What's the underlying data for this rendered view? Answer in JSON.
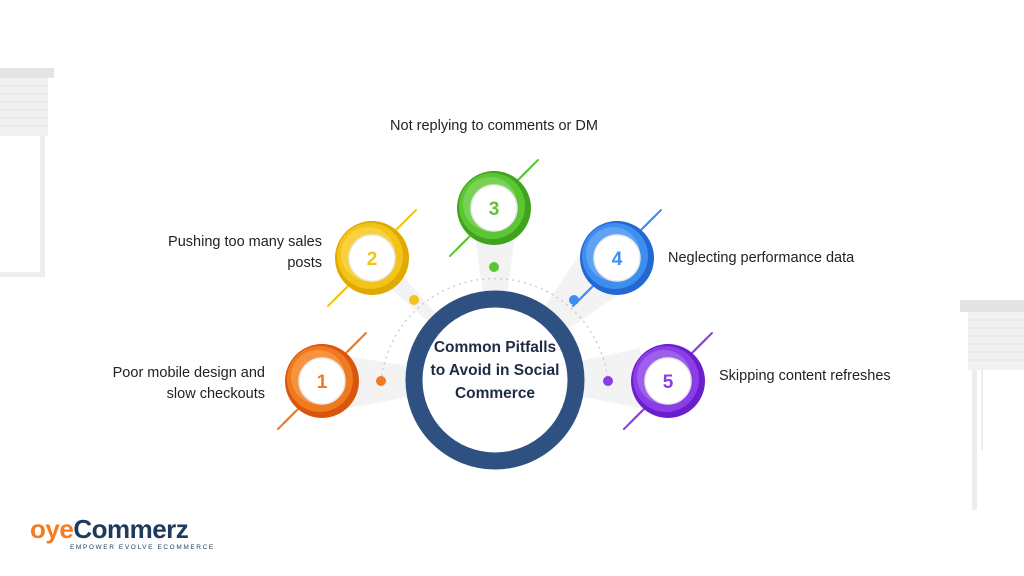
{
  "center": {
    "title": "Common Pitfalls to Avoid in Social Commerce"
  },
  "items": [
    {
      "number": "1",
      "text": "Poor mobile design and slow checkouts",
      "color": "#f07a1f",
      "dark": "#d9560f",
      "light": "#ffb066"
    },
    {
      "number": "2",
      "text": "Pushing too many sales posts",
      "color": "#f2c419",
      "dark": "#e0a800",
      "light": "#ffe36b"
    },
    {
      "number": "3",
      "text": "Not replying to comments or DM",
      "color": "#5cc534",
      "dark": "#3fa31d",
      "light": "#9be27a"
    },
    {
      "number": "4",
      "text": "Neglecting performance data",
      "color": "#3e8ef0",
      "dark": "#2367d4",
      "light": "#86bdf9"
    },
    {
      "number": "5",
      "text": "Skipping content refreshes",
      "color": "#8b3de8",
      "dark": "#6a1fcc",
      "light": "#b88af5"
    }
  ],
  "colors": {
    "center_ring": "#2f5182",
    "center_title": "#1f2a44"
  },
  "logo": {
    "brand_oye": "oye",
    "brand_commerz": "Commerz",
    "tagline": "EMPOWER EVOLVE ECOMMERCE"
  }
}
